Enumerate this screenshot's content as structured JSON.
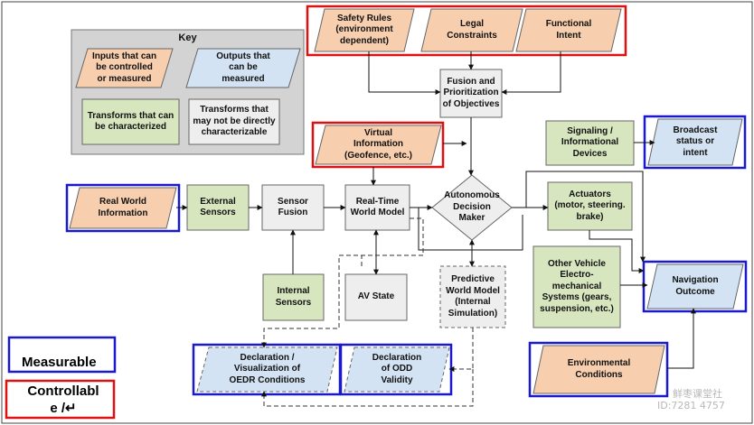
{
  "key": {
    "title": "Key",
    "inputs": "Inputs that can\nbe controlled\nor measured",
    "outputs": "Outputs that\ncan be\nmeasured",
    "transforms_char": "Transforms that can\nbe characterized",
    "transforms_not": "Transforms that\nmay not be directly\ncharacterizable"
  },
  "nodes": {
    "safety_rules": "Safety Rules\n(environment\ndependent)",
    "legal": "Legal\nConstraints",
    "functional": "Functional\nIntent",
    "fusion_obj": "Fusion and\nPrioritization\nof Objectives",
    "virtual_info": "Virtual\nInformation\n(Geofence, etc.)",
    "signaling": "Signaling /\nInformational\nDevices",
    "broadcast": "Broadcast\nstatus or\nintent",
    "real_world": "Real World\nInformation",
    "ext_sensors": "External\nSensors",
    "sensor_fusion": "Sensor\nFusion",
    "rt_world": "Real-Time\nWorld Model",
    "decision": "Autonomous\nDecision\nMaker",
    "actuators": "Actuators\n(motor, steering.\nbrake)",
    "internal_sensors": "Internal\nSensors",
    "av_state": "AV State",
    "predictive": "Predictive\nWorld Model\n(Internal\nSimulation)",
    "other_vehicle": "Other Vehicle\nElectro-\nmechanical\nSystems (gears,\nsuspension, etc.)",
    "nav_outcome": "Navigation\nOutcome",
    "declaration_vis": "Declaration /\nVisualization  of\nOEDR Conditions",
    "declaration_odd": "Declaration\nof ODD\nValidity",
    "env_conditions": "Environmental\nConditions"
  },
  "legend": {
    "measurable": "Measurable",
    "controllable": "Controllabl\ne /↵"
  },
  "watermark": {
    "line1": "鲜枣课堂社",
    "line2": "ID:7281 4757"
  },
  "colors": {
    "input_fill": "#f8cfae",
    "output_fill": "#d3e3f3",
    "char_fill": "#d8e6c0",
    "notchar_fill": "#eeeeee",
    "key_bg": "#d3d3d3",
    "measurable_border": "#1a1acc",
    "controllable_border": "#dd1111"
  }
}
